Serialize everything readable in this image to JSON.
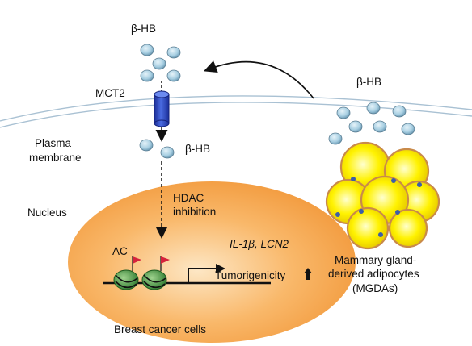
{
  "labels": {
    "bhb_top": "β-HB",
    "mct2": "MCT2",
    "plasma_line1": "Plasma",
    "plasma_line2": "membrane",
    "bhb_mid": "β-HB",
    "nucleus": "Nucleus",
    "hdac_line1": "HDAC",
    "hdac_line2": "inhibition",
    "ac": "AC",
    "genes": "IL-1β, LCN2",
    "tumorigenicity": "Tumorigenicity",
    "bhb_right": "β-HB",
    "mgda_line1": "Mammary gland-",
    "mgda_line2": "derived adipocytes",
    "mgda_line3": "(MGDAs)",
    "breast_cancer": "Breast cancer cells"
  },
  "icons": {
    "up_arrow": "up-arrow-icon",
    "flag": "flag-icon",
    "nucleosome": "nucleosome-icon",
    "transporter": "transporter-channel-icon"
  },
  "colors": {
    "bhb_molecule": "#a8cfe2",
    "transporter": "#3350c8",
    "nucleus": "#f7a24a",
    "adipocyte": "#fef200",
    "nucleosome": "#3f8f3a",
    "flag": "#d6233c",
    "membrane": "#8fb0c8"
  }
}
